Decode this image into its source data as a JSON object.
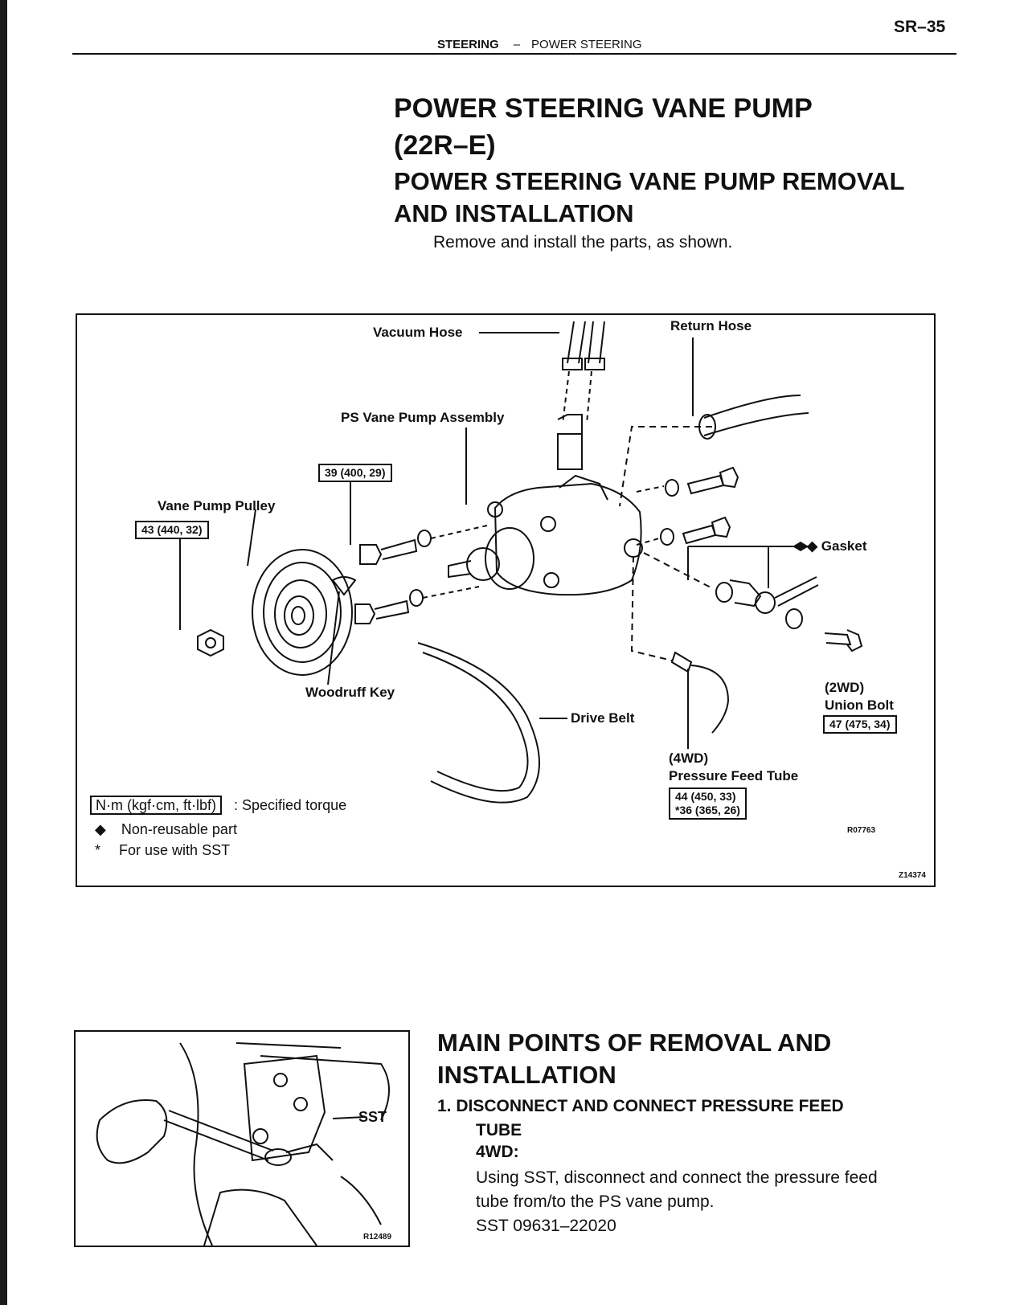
{
  "page": {
    "number": "SR–35",
    "section": "STEERING",
    "separator": "–",
    "subsection": "POWER STEERING"
  },
  "title": {
    "line1": "POWER STEERING VANE PUMP",
    "line2": "(22R–E)"
  },
  "subtitle": {
    "line1": "POWER STEERING VANE PUMP REMOVAL",
    "line2": "AND INSTALLATION"
  },
  "intro_text": "Remove and install the parts, as shown.",
  "figure1": {
    "labels": {
      "vacuum_hose": "Vacuum Hose",
      "return_hose": "Return Hose",
      "ps_vane_pump_assembly": "PS Vane Pump Assembly",
      "vane_pump_pulley": "Vane Pump Pulley",
      "gasket": "◆ Gasket",
      "woodruff_key": "Woodruff Key",
      "drive_belt": "Drive Belt",
      "union_bolt_qualifier": "(2WD)",
      "union_bolt": "Union Bolt",
      "pressure_feed_qualifier": "(4WD)",
      "pressure_feed_tube": "Pressure Feed Tube"
    },
    "torques": {
      "pump_bolt": "39 (400, 29)",
      "pulley_nut": "43 (440, 32)",
      "union_bolt": "47 (475, 34)",
      "pressure_feed_1": "44 (450, 33)",
      "pressure_feed_2": "*36 (365, 26)"
    },
    "legend": {
      "unit_box": "N·m (kgf·cm, ft·lbf)",
      "unit_text": ": Specified torque",
      "bullet1_symbol": "◆",
      "bullet1_text": "Non-reusable part",
      "bullet2_symbol": "*",
      "bullet2_text": "For use with SST"
    },
    "codes": {
      "ref1": "R07763",
      "ref2": "Z14374"
    }
  },
  "figure2": {
    "sst_label": "SST",
    "code": "R12489"
  },
  "section2": {
    "title_line1": "MAIN POINTS OF REMOVAL AND",
    "title_line2": "INSTALLATION",
    "step_line1": "1. DISCONNECT AND CONNECT PRESSURE FEED",
    "step_line2": "TUBE",
    "variant": "4WD:",
    "body_line1": "Using SST, disconnect and connect the pressure feed",
    "body_line2": "tube from/to the PS vane pump.",
    "body_line3": "SST 09631–22020"
  }
}
